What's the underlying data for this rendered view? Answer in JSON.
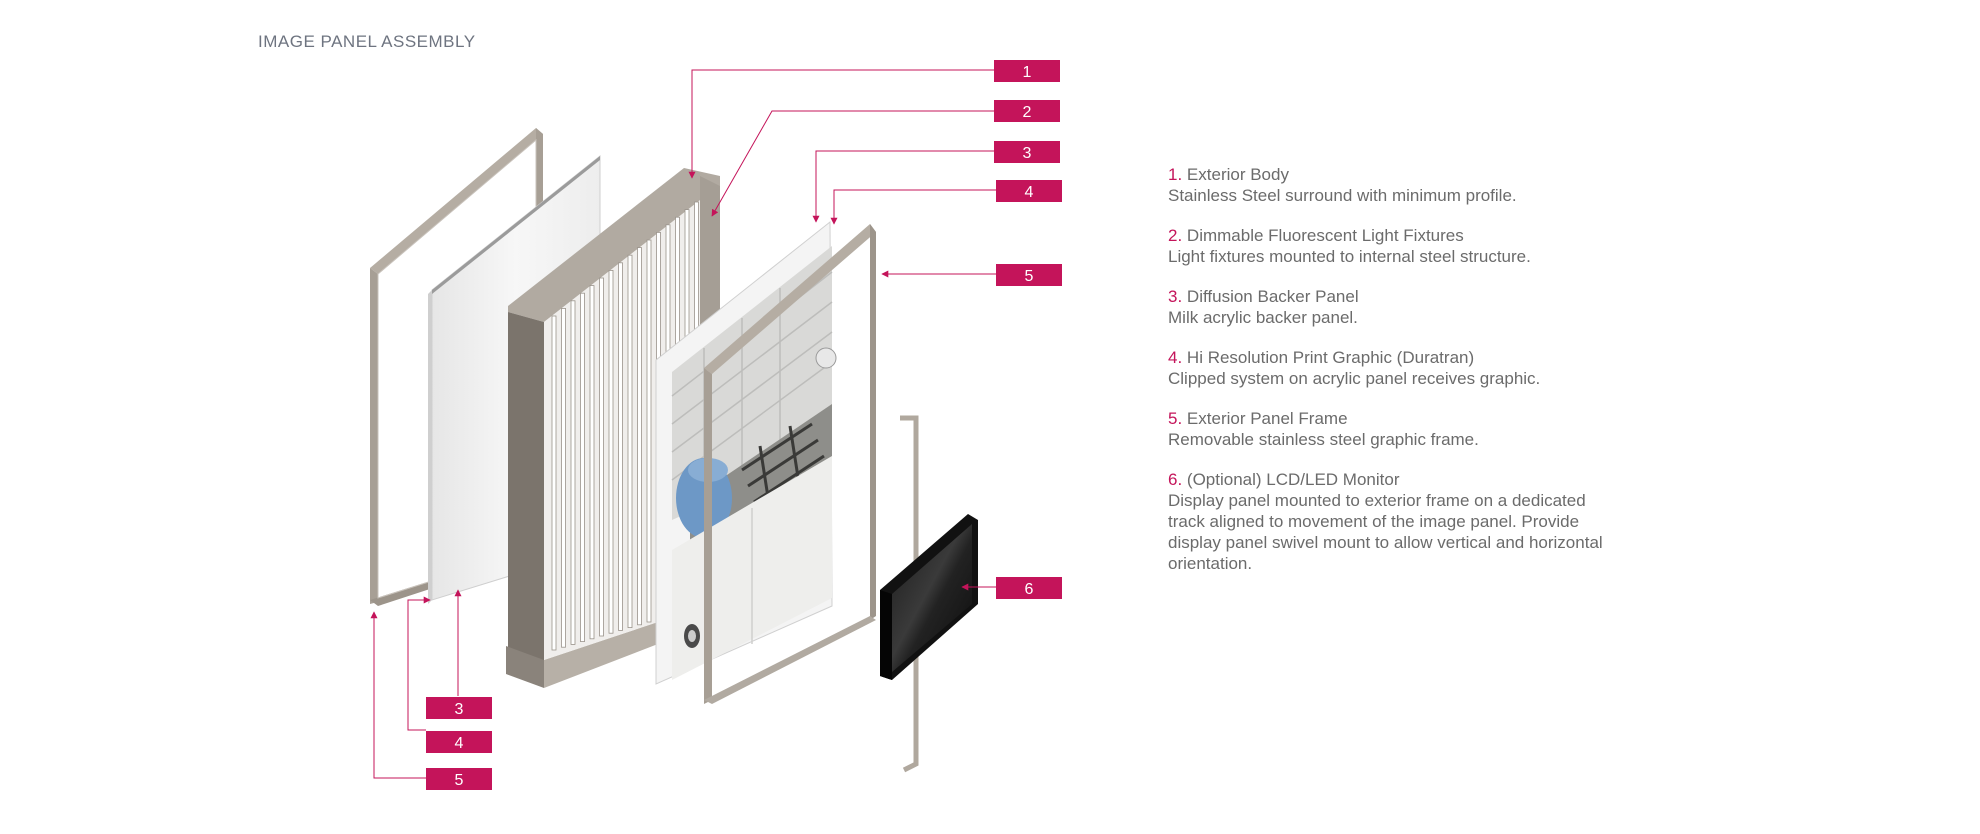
{
  "title": "IMAGE PANEL ASSEMBLY",
  "colors": {
    "accent": "#c4145a",
    "frame": "#a79f95",
    "body_dark": "#7b746c",
    "text": "#6b6b6b"
  },
  "callouts": {
    "c1": "1",
    "c2": "2",
    "c3": "3",
    "c4": "4",
    "c5": "5",
    "c6": "6",
    "c3b": "3",
    "c4b": "4",
    "c5b": "5"
  },
  "legend": [
    {
      "num": "1.",
      "title": "Exterior Body",
      "desc": "Stainless Steel surround with minimum profile."
    },
    {
      "num": "2.",
      "title": "Dimmable Fluorescent Light Fixtures",
      "desc": "Light fixtures mounted to internal steel structure."
    },
    {
      "num": "3.",
      "title": "Diffusion Backer Panel",
      "desc": "Milk acrylic backer panel."
    },
    {
      "num": "4.",
      "title": "Hi Resolution Print Graphic (Duratran)",
      "desc": "Clipped system on acrylic panel receives graphic."
    },
    {
      "num": "5.",
      "title": "Exterior Panel Frame",
      "desc": "Removable stainless steel graphic frame."
    },
    {
      "num": "6.",
      "title": "(Optional) LCD/LED Monitor",
      "desc": "Display panel mounted to exterior frame on a dedicated track aligned to movement of the image panel. Provide display panel swivel mount to allow vertical and horizontal orientation."
    }
  ]
}
